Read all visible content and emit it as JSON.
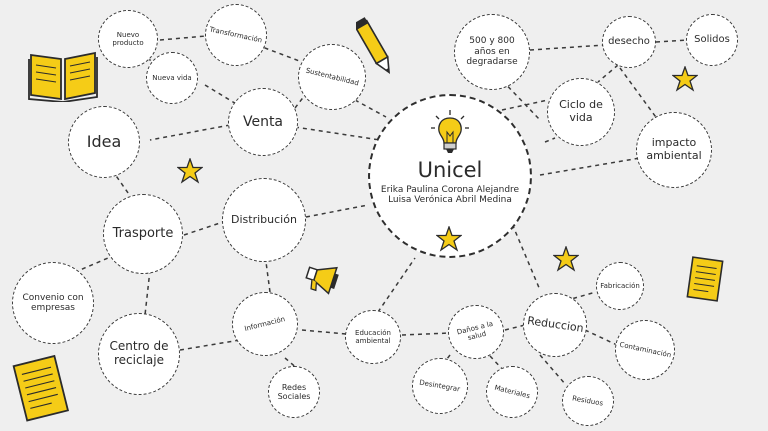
{
  "center": {
    "title": "Unicel",
    "authors_line1": "Erika Paulina Corona Alejandre",
    "authors_line2": "Luisa Verónica Abril Medina"
  },
  "nodes": {
    "nuevo_producto": "Nuevo producto",
    "transformacion": "Transformación",
    "nueva_vida": "Nueva vida",
    "sustentabilidad": "Sustentabilidad",
    "venta": "Venta",
    "idea": "Idea",
    "trasporte": "Trasporte",
    "distribucion": "Distribución",
    "convenio": "Convenio con empresas",
    "centro_reciclaje": "Centro de reciclaje",
    "informacion": "Información",
    "redes_sociales": "Redes Sociales",
    "educacion_ambiental": "Educación ambiental",
    "danos_salud": "Daños a la salud",
    "desintegrar": "Desintegrar",
    "materiales": "Materiales",
    "reduccion": "Reduccion",
    "fabricacion": "Fabricación",
    "contaminacion": "Contaminación",
    "residuos": "Residuos",
    "anos_degradarse": "500 y 800 años en degradarse",
    "desecho": "desecho",
    "solidos": "Solidos",
    "ciclo_vida": "Ciclo de vida",
    "impacto_ambiental": "impacto ambiental"
  },
  "colors": {
    "background": "#efefef",
    "accent_yellow": "#f5cc17",
    "line": "#3a3a3a"
  },
  "icons": [
    "book-icon",
    "pencil-icon",
    "lightbulb-icon",
    "star-icon",
    "megaphone-icon",
    "note-paper-icon"
  ]
}
